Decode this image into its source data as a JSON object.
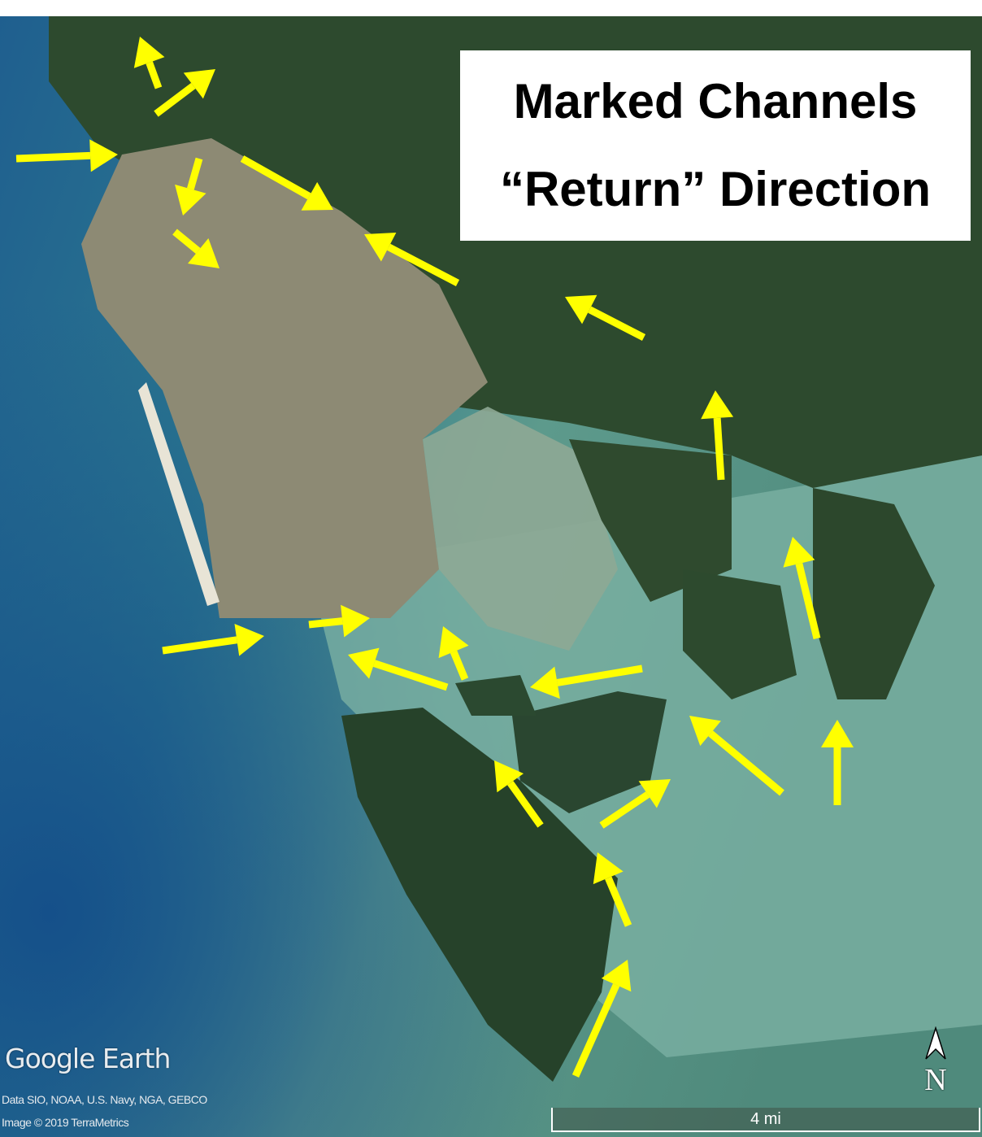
{
  "title": {
    "line1": "Marked Channels",
    "line2": "“Return” Direction"
  },
  "branding": {
    "logo": "Google Earth"
  },
  "credits": {
    "data": "Data SIO, NOAA, U.S. Navy, NGA, GEBCO",
    "image": "Image © 2019 TerraMetrics"
  },
  "scale": {
    "label": "4 mi"
  },
  "compass": {
    "letter": "N"
  },
  "colors": {
    "arrow": "#ffff00",
    "ocean": "#1d5e8c",
    "shallow": "#6fa79a",
    "land": "#2f4a2c"
  }
}
